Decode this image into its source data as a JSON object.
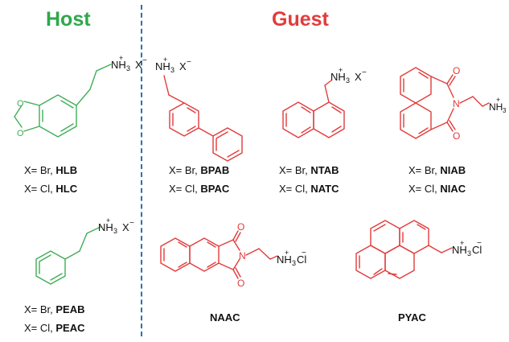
{
  "headings": {
    "host": "Host",
    "guest": "Guest",
    "host_color": "#2ea84a",
    "guest_color": "#e23b3b"
  },
  "colors": {
    "divider": "#2f6fb3",
    "host_structure": "#3fae55",
    "guest_structure": "#e23b3b"
  },
  "labels": {
    "nh3": "NH",
    "sub3": "3",
    "plus": "+",
    "minus": "−",
    "x": "X",
    "cl": "Cl",
    "o": "O",
    "n": "N"
  },
  "captions": {
    "hlb": {
      "prefix": "X= Br, ",
      "name": "HLB"
    },
    "hlc": {
      "prefix": "X= Cl, ",
      "name": "HLC"
    },
    "peab": {
      "prefix": "X= Br, ",
      "name": "PEAB"
    },
    "peac": {
      "prefix": "X= Cl, ",
      "name": "PEAC"
    },
    "bpab": {
      "prefix": "X= Br, ",
      "name": "BPAB"
    },
    "bpac": {
      "prefix": "X= Cl, ",
      "name": "BPAC"
    },
    "ntab": {
      "prefix": "X= Br, ",
      "name": "NTAB"
    },
    "natc": {
      "prefix": "X= Cl, ",
      "name": "NATC"
    },
    "niab": {
      "prefix": "X= Br, ",
      "name": "NIAB"
    },
    "niac": {
      "prefix": "X= Cl, ",
      "name": "NIAC"
    },
    "naac": {
      "prefix": "",
      "name": "NAAC"
    },
    "pyac": {
      "prefix": "",
      "name": "PYAC"
    }
  }
}
